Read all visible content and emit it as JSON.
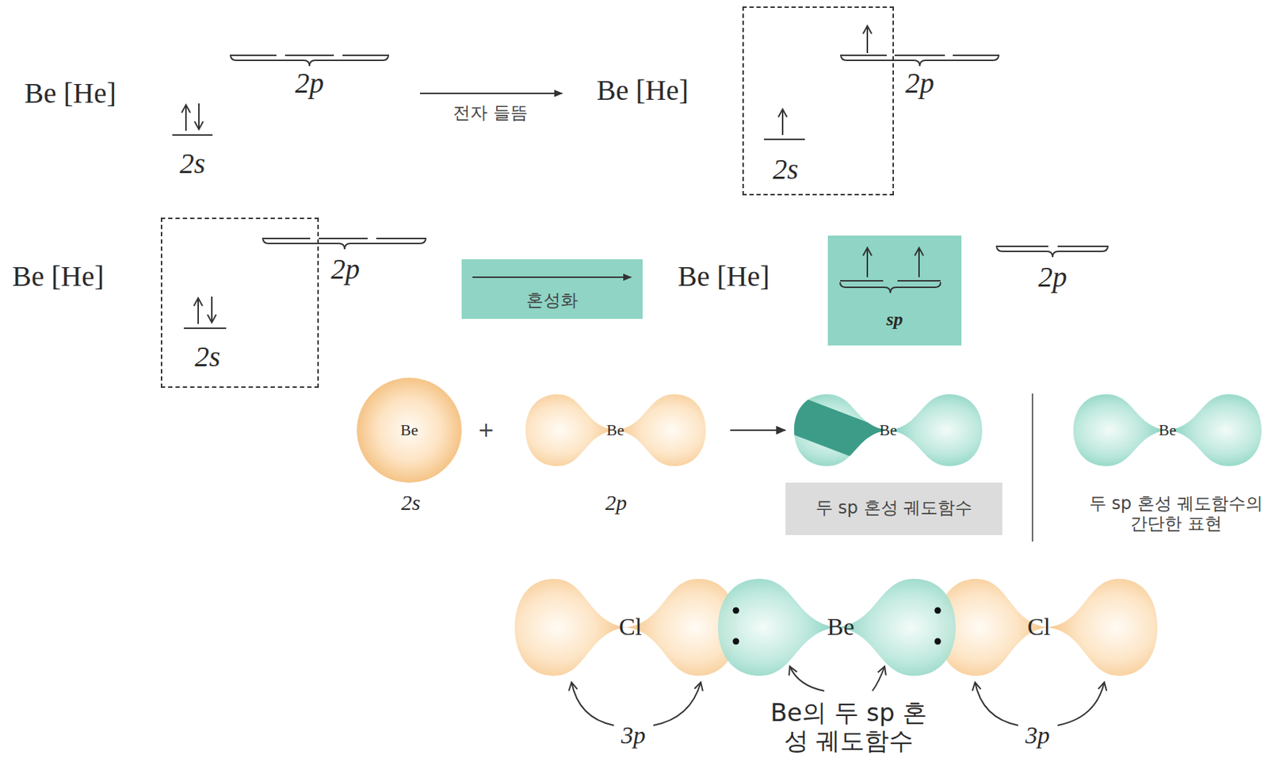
{
  "diagram": {
    "nodes": [
      {
        "text": [
          "2s"
        ]
      },
      {
        "text": [
          "2s"
        ]
      },
      {
        "text": [
          "혼성화"
        ]
      },
      {
        "text": [
          "sp"
        ]
      },
      {
        "text": [
          "Be"
        ]
      },
      {
        "text": [
          "Be"
        ]
      },
      {
        "text": [
          "Be"
        ]
      },
      {
        "text": [
          "두 sp 혼성 궤도함수"
        ]
      },
      {
        "text": [
          "Be"
        ]
      },
      {
        "text": [
          "Cl"
        ]
      },
      {
        "text": [
          "Be"
        ]
      },
      {
        "text": [
          "Cl"
        ]
      }
    ],
    "edges": [
      {
        "from": 5,
        "to": 6,
        "arrow": "to"
      }
    ],
    "labels": [
      "Be [He]",
      "2s",
      "2p",
      "전자 들뜸",
      "Be [He]",
      "2p",
      "Be [He]",
      "2p",
      "Be [He]",
      "2p",
      "2s",
      "+",
      "2p",
      "두 sp 혼성 궤도함수의 간단한 표현",
      "3p",
      "3p",
      "Be의 두 sp 혼성 궤도함수"
    ]
  }
}
